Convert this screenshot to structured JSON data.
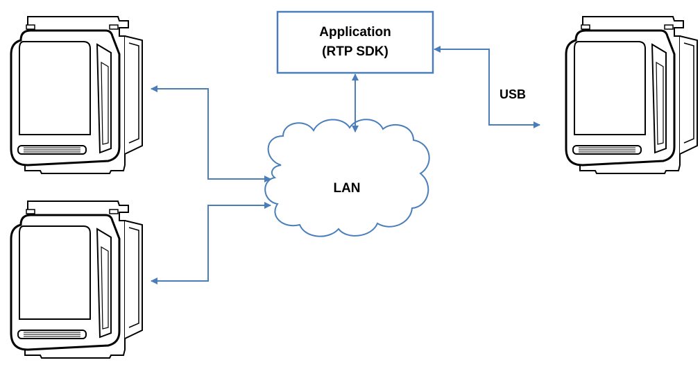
{
  "app_box": {
    "line1": "Application",
    "line2": "(RTP SDK)"
  },
  "cloud": {
    "label": "LAN"
  },
  "usb": {
    "label": "USB"
  },
  "colors": {
    "connector": "#4a7ebb",
    "outline": "#000000",
    "cloud_outline": "#4a7ebb",
    "box_border": "#4a7ebb"
  },
  "icons": {
    "device": "printer-module-icon",
    "network": "cloud-icon"
  }
}
